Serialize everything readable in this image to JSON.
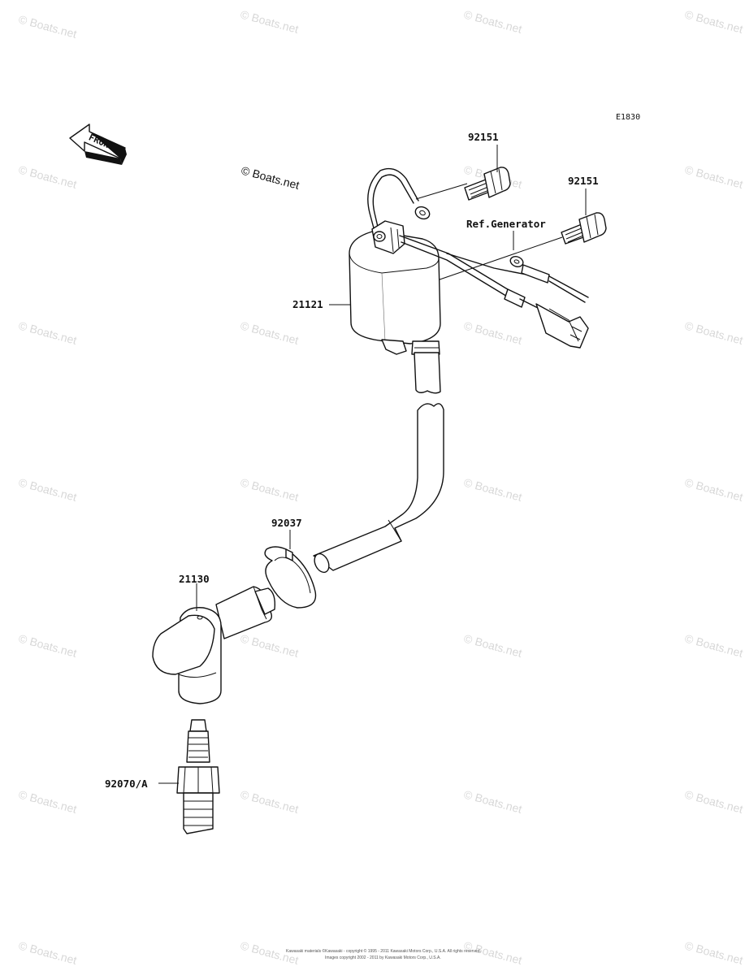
{
  "diagram": {
    "code": "E1830",
    "front_label": "FRONT",
    "copyright": "© Boats.net",
    "watermark": "© Boats.net",
    "footer_line1": "Kawasaki materials ©Kawasaki - copyright © 1995 - 2011 Kawasaki Motors Corp., U.S.A. All rights reserved.",
    "footer_line2": "Images copyright 2002 - 2011 by Kawasaki Motors Corp., U.S.A."
  },
  "parts": {
    "bolt_upper": "92151",
    "bolt_right": "92151",
    "ref_generator": "Ref.Generator",
    "ignition_coil": "21121",
    "clamp": "92037",
    "plug_cap": "21130",
    "spark_plug": "92070/A"
  }
}
